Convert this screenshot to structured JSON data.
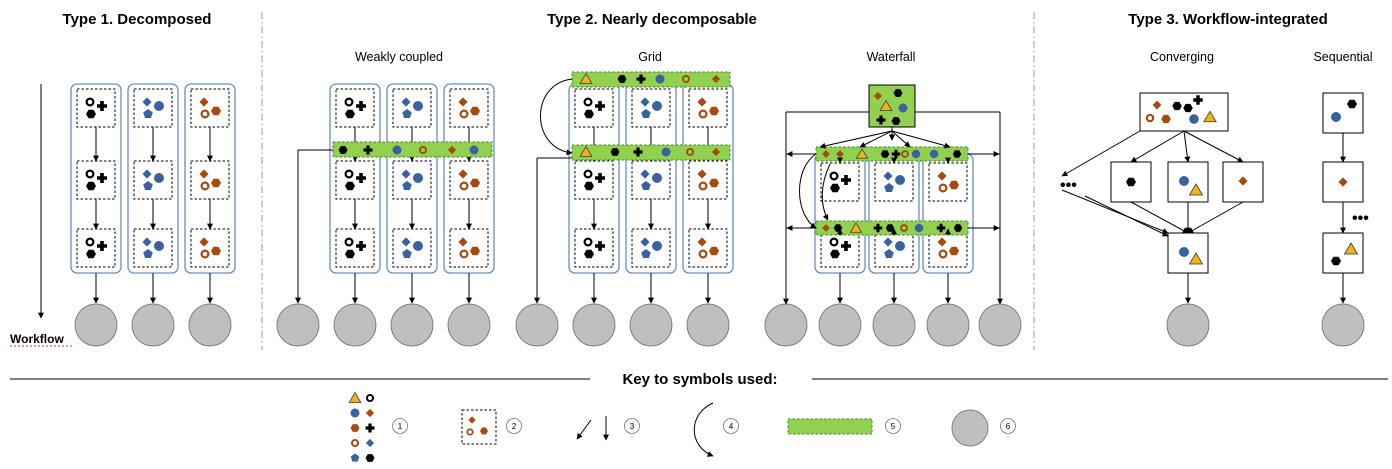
{
  "headings": {
    "type1": "Type 1. Decomposed",
    "type2": "Type 2. Nearly decomposable",
    "type3": "Type 3. Workflow-integrated"
  },
  "subheadings": {
    "weakly_coupled": "Weakly coupled",
    "grid": "Grid",
    "waterfall": "Waterfall",
    "converging": "Converging",
    "sequential": "Sequential"
  },
  "workflow_label": "Workflow",
  "ellipsis": "•••",
  "key": {
    "title": "Key to symbols used:",
    "numbers": [
      "1",
      "2",
      "3",
      "4",
      "5",
      "6"
    ]
  },
  "colors": {
    "black": "#000000",
    "blue": "#3a62a0",
    "brown": "#a8490f",
    "yellow": "#f1b418",
    "green": "#92d050",
    "gray": "#bfbfbf",
    "frame": "#6a8fc0"
  }
}
